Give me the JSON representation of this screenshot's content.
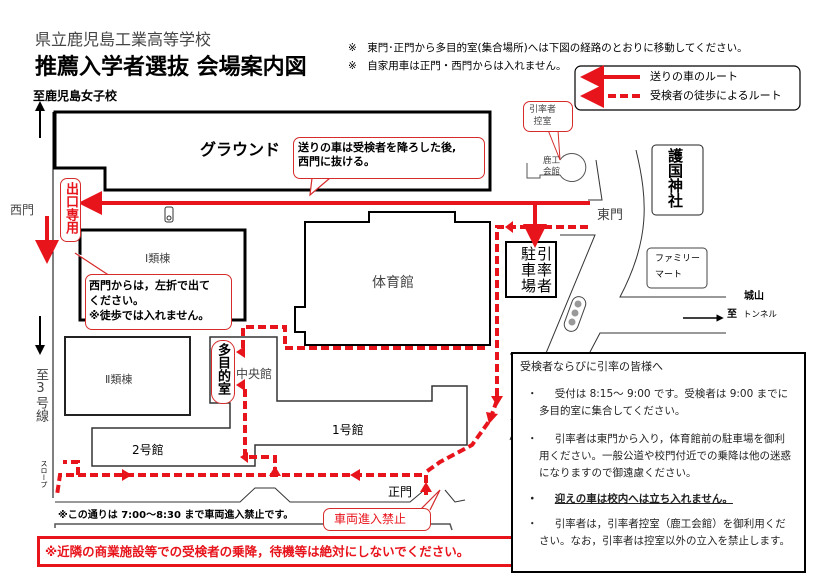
{
  "header": {
    "school": "県立鹿児島工業高等学校",
    "title": "推薦入学者選抜 会場案内図",
    "notes": [
      "※　東門･正門から多目的室(集合場所)へは下図の経路のとおりに移動してください。",
      "※　自家用車は正門・西門からは入れません。"
    ]
  },
  "legend": {
    "car_route": "送りの車のルート",
    "walk_route": "受検者の徒歩によるルート"
  },
  "map": {
    "to_girls_school": "至鹿児島女子校",
    "ground": "グラウンド",
    "car_callout": "送りの車は受検者を降ろした後,\n西門に抜ける。",
    "west_gate": "西門",
    "exit_only": "出口専用",
    "west_callout": "西門からは，左折で出て\nください。\n※徒歩では入れません。",
    "building_1": "Ⅰ類棟",
    "building_2": "Ⅱ類棟",
    "to_route3": "至3号線",
    "multipurpose_room": "多目的室",
    "central_hall": "中央館",
    "gym": "体育館",
    "hall_1": "1号館",
    "hall_2": "2号館",
    "slope": "スロープ",
    "main_gate": "正門",
    "east_gate": "東門",
    "parking": "引率者駐車場",
    "escort_room_callout": "引率者\n控室",
    "kagoshima_hall": "鹿工\n会館",
    "shrine": "護国神社",
    "familymart": "ファミリー\nマート",
    "shiroyama": "城山",
    "to_tunnel_prefix": "至",
    "to_tunnel": "トンネル",
    "road_note": "※この通りは 7:00～8:30 まで車両進入禁止です。",
    "no_entry": "車両進入禁止",
    "warning": "※近隣の商業施設等での受検者の乗降，待機等は絶対にしないでください。"
  },
  "info": {
    "heading": "受検者ならびに引率の皆様へ",
    "bullet": "・",
    "items": [
      "受付は 8:15～ 9:00 です。受検者は 9:00 までに多目的室に集合してください。",
      "引率者は東門から入り，体育館前の駐車場を御利用ください。一般公道や校門付近での乗降は他の迷惑になりますので御遠慮ください。",
      "迎えの車は校内へは立ち入れません。",
      "引率者は，引率者控室（鹿工会館）を御利用ください。なお，引率者は控室以外の立入を禁止します。"
    ]
  },
  "colors": {
    "route_red": "#e8141c",
    "callout_border": "#d62b2b"
  }
}
